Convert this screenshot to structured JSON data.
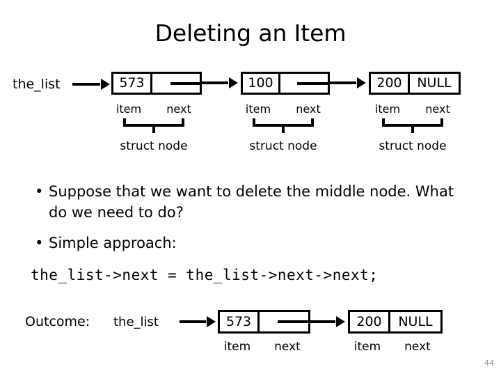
{
  "slide": {
    "title": "Deleting an Item",
    "page_number": "44"
  },
  "diagram_top": {
    "pointer_label": "the_list",
    "nodes": [
      {
        "item": "573",
        "next": "",
        "field_item_label": "item",
        "field_next_label": "next",
        "struct_label": "struct node",
        "has_outgoing_arrow": true
      },
      {
        "item": "100",
        "next": "",
        "field_item_label": "item",
        "field_next_label": "next",
        "struct_label": "struct node",
        "has_outgoing_arrow": true
      },
      {
        "item": "200",
        "next": "NULL",
        "field_item_label": "item",
        "field_next_label": "next",
        "struct_label": "struct node",
        "has_outgoing_arrow": false
      }
    ]
  },
  "bullets": [
    {
      "marker": "•",
      "text": "Suppose that we want to delete the middle node. What do we need to do?"
    },
    {
      "marker": "•",
      "text": "Simple approach:"
    }
  ],
  "code": "the_list->next = the_list->next->next;",
  "diagram_bottom": {
    "outcome_label": "Outcome:",
    "pointer_label": "the_list",
    "nodes": [
      {
        "item": "573",
        "next": "",
        "field_item_label": "item",
        "field_next_label": "next",
        "has_outgoing_arrow": true
      },
      {
        "item": "200",
        "next": "NULL",
        "field_item_label": "item",
        "field_next_label": "next",
        "has_outgoing_arrow": false
      }
    ]
  },
  "colors": {
    "ink": "#000000",
    "background": "#ffffff",
    "page_number": "#8a8a8a"
  }
}
